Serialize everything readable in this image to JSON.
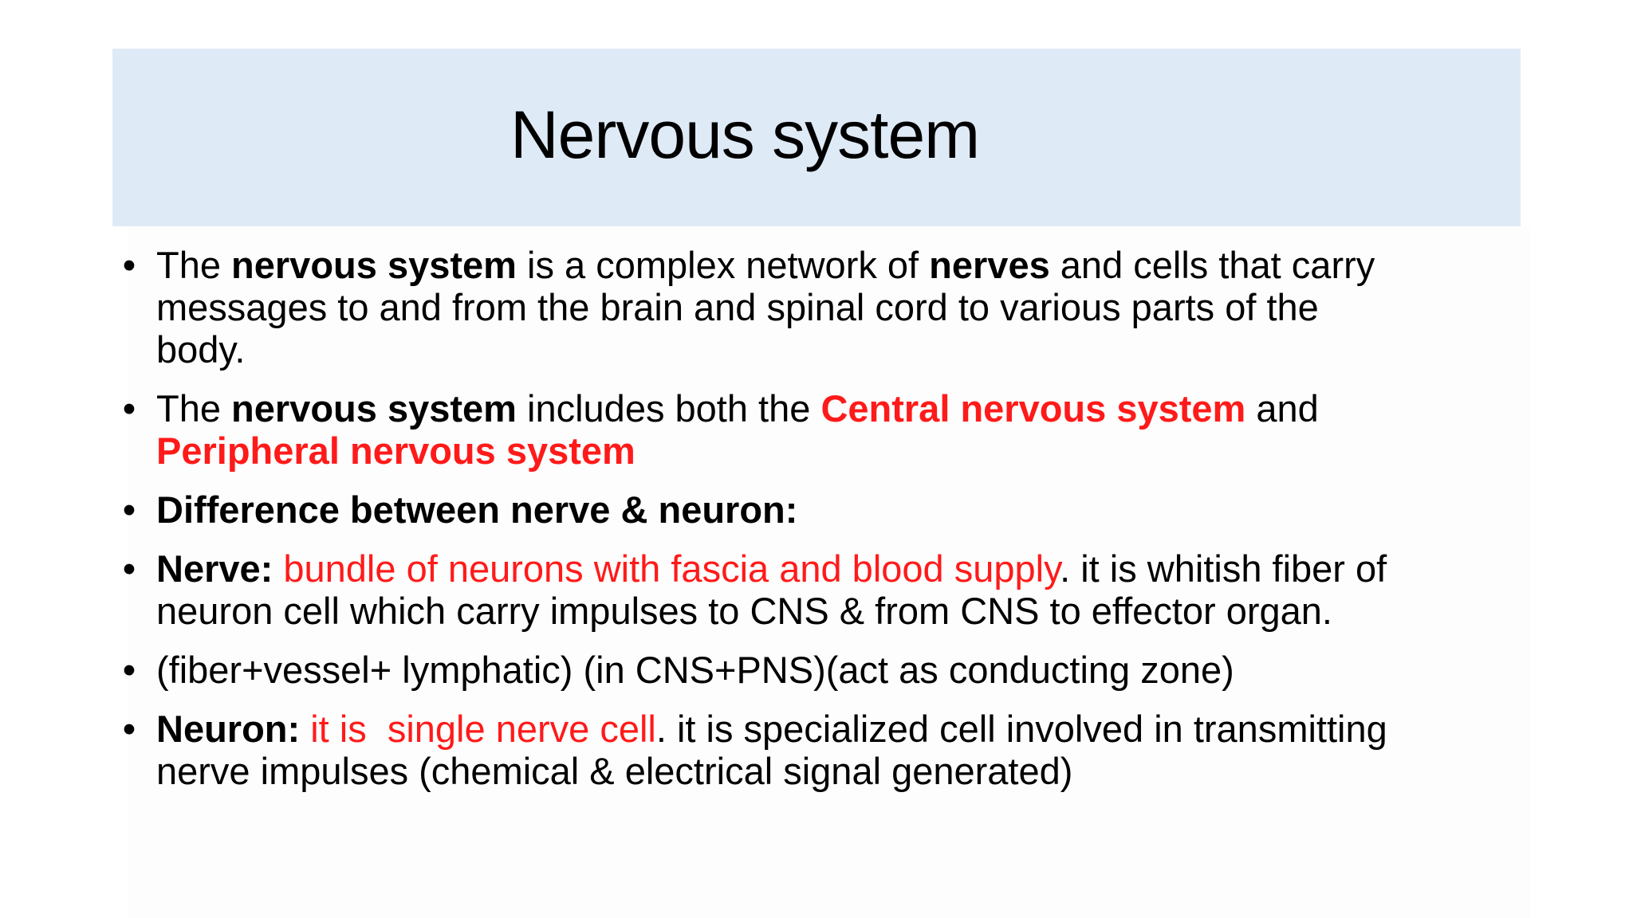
{
  "slide": {
    "title": "Nervous system",
    "bullet_glyph": "•",
    "bullets": [
      {
        "lines": [
          [
            {
              "text": "The ",
              "style": "normal"
            },
            {
              "text": "nervous system",
              "style": "bold"
            },
            {
              "text": " is a complex network of ",
              "style": "normal"
            },
            {
              "text": "nerves",
              "style": "bold"
            },
            {
              "text": " and cells that carry",
              "style": "normal"
            }
          ],
          [
            {
              "text": "messages to and from the brain and spinal cord to various parts of the",
              "style": "normal"
            }
          ],
          [
            {
              "text": "body.",
              "style": "normal"
            }
          ]
        ]
      },
      {
        "lines": [
          [
            {
              "text": "The ",
              "style": "normal"
            },
            {
              "text": "nervous system",
              "style": "bold"
            },
            {
              "text": " includes both the ",
              "style": "normal"
            },
            {
              "text": "Central nervous system",
              "style": "red-bold"
            },
            {
              "text": " and",
              "style": "normal"
            }
          ],
          [
            {
              "text": "Peripheral nervous system",
              "style": "red-bold"
            }
          ]
        ]
      },
      {
        "lines": [
          [
            {
              "text": "Difference between nerve & neuron:",
              "style": "bold"
            }
          ]
        ]
      },
      {
        "lines": [
          [
            {
              "text": "Nerve:",
              "style": "bold"
            },
            {
              "text": " ",
              "style": "normal"
            },
            {
              "text": "bundle of neurons with fascia and blood supply",
              "style": "red"
            },
            {
              "text": ". it is whitish fiber of",
              "style": "normal"
            }
          ],
          [
            {
              "text": "neuron cell which carry impulses to CNS & from CNS to effector organ.",
              "style": "normal"
            }
          ]
        ]
      },
      {
        "lines": [
          [
            {
              "text": "(fiber+vessel+ lymphatic) (in CNS+PNS)(act as conducting zone)",
              "style": "normal"
            }
          ]
        ]
      },
      {
        "lines": [
          [
            {
              "text": "Neuron:",
              "style": "bold"
            },
            {
              "text": " ",
              "style": "normal"
            },
            {
              "text": "it is  single nerve cell",
              "style": "red"
            },
            {
              "text": ". it is specialized cell involved in transmitting",
              "style": "normal"
            }
          ],
          [
            {
              "text": "nerve impulses (chemical & electrical signal generated)",
              "style": "normal"
            }
          ]
        ]
      }
    ]
  },
  "colors": {
    "title_band": "#dfeaf7",
    "emphasis_red": "#ff1a1a",
    "text": "#000000",
    "background": "#ffffff"
  }
}
